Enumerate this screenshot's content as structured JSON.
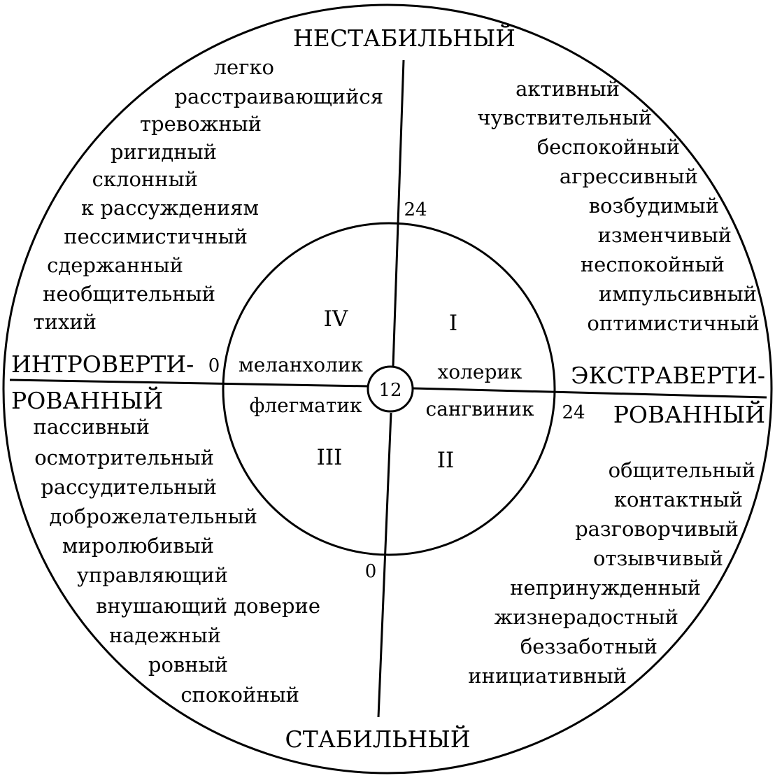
{
  "colors": {
    "ink": "#000000",
    "paper": "#ffffff"
  },
  "axes": {
    "top": "НЕСТАБИЛЬНЫЙ",
    "bottom": "СТАБИЛЬНЫЙ",
    "left_line1": "ИНТРОВЕРТИ-",
    "left_line2": "РОВАННЫЙ",
    "right_line1": "ЭКСТРАВЕРТИ-",
    "right_line2": "РОВАННЫЙ"
  },
  "scale": {
    "top": "24",
    "bottom": "0",
    "left": "0",
    "right": "24",
    "center": "12"
  },
  "quadrants": {
    "q1": {
      "numeral": "I",
      "temperament": "холерик"
    },
    "q2": {
      "numeral": "II",
      "temperament": "сангвиник"
    },
    "q3": {
      "numeral": "III",
      "temperament": "флегматик"
    },
    "q4": {
      "numeral": "IV",
      "temperament": "меланхолик"
    }
  },
  "traits": {
    "upper_left": [
      "легко",
      "расстраивающийся",
      "тревожный",
      "ригидный",
      "склонный",
      "к рассуждениям",
      "пессимистичный",
      "сдержанный",
      "необщительный",
      "тихий"
    ],
    "upper_right": [
      "активный",
      "чувствительный",
      "беспокойный",
      "агрессивный",
      "возбудимый",
      "изменчивый",
      "неспокойный",
      "импульсивный",
      "оптимистичный"
    ],
    "lower_left": [
      "пассивный",
      "осмотрительный",
      "рассудительный",
      "доброжелательный",
      "миролюбивый",
      "управляющий",
      "внушающий доверие",
      "надежный",
      "ровный",
      "спокойный"
    ],
    "lower_right": [
      "общительный",
      "контактный",
      "разговорчивый",
      "отзывчивый",
      "непринужденный",
      "жизнерадостный",
      "беззаботный",
      "инициативный"
    ]
  }
}
